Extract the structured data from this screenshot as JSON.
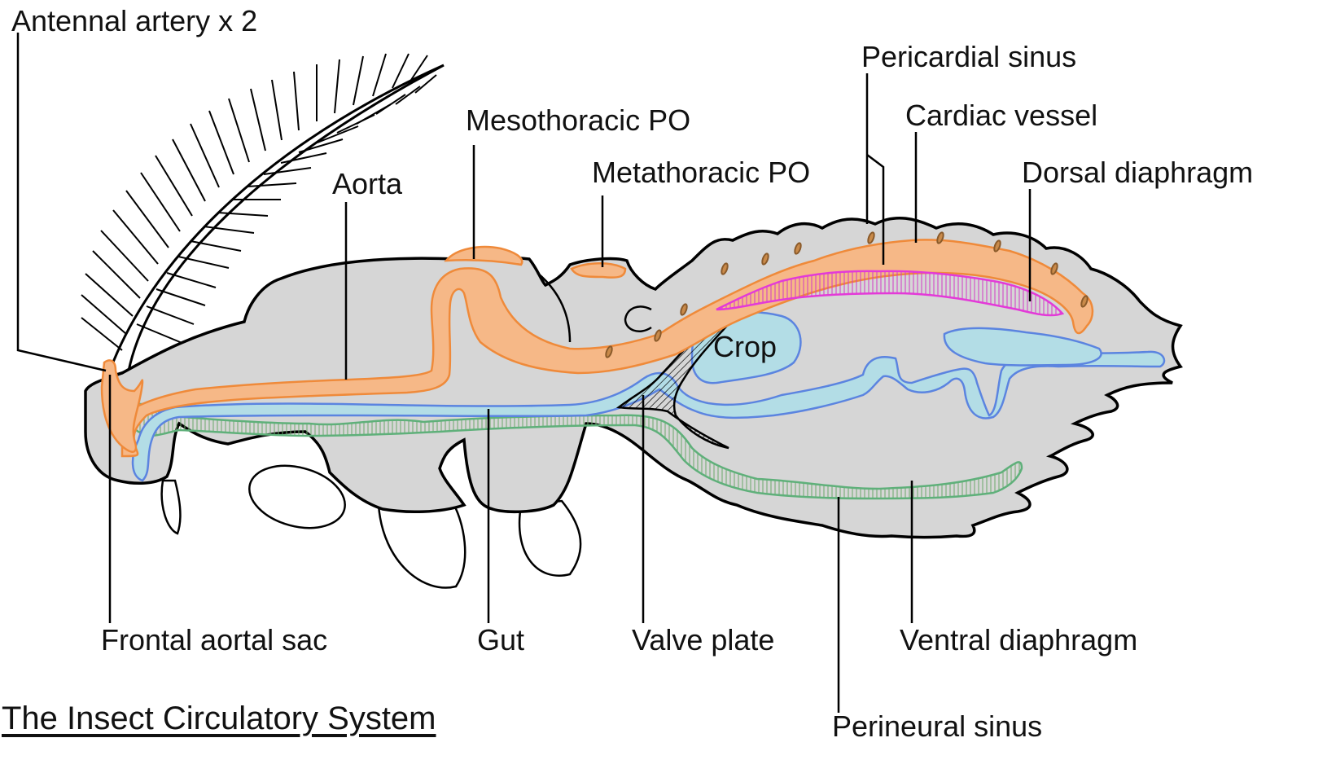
{
  "title": "The Insect Circulatory System",
  "labels": {
    "antennal_artery": "Antennal artery x 2",
    "aorta": "Aorta",
    "mesothoracic_po": "Mesothoracic PO",
    "metathoracic_po": "Metathoracic PO",
    "pericardial_sinus": "Pericardial sinus",
    "cardiac_vessel": "Cardiac vessel",
    "dorsal_diaphragm": "Dorsal diaphragm",
    "crop": "Crop",
    "frontal_aortal_sac": "Frontal aortal sac",
    "gut": "Gut",
    "valve_plate": "Valve plate",
    "ventral_diaphragm": "Ventral diaphragm",
    "perineural_sinus": "Perineural sinus"
  },
  "colors": {
    "body_fill": "#d6d6d6",
    "outline": "#000000",
    "aorta_orange": "#f6b887",
    "aorta_stroke": "#ef8a3a",
    "gut_blue": "#b3dde6",
    "gut_stroke": "#5b84e0",
    "ventral_green": "#d3ecd3",
    "ventral_stroke": "#5fb07a",
    "dorsal_magenta": "#e33ad8",
    "valve_hatch": "#000000"
  }
}
